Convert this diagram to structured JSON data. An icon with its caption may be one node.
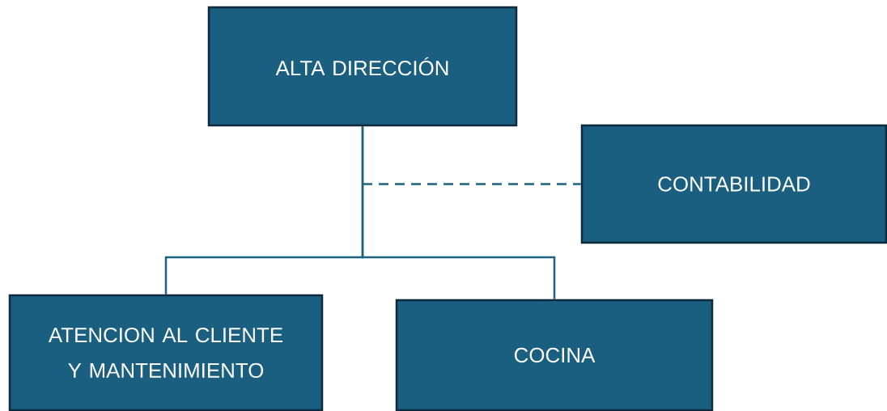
{
  "diagram": {
    "nodes": [
      {
        "text": [
          "ALTA DIRECCIÓN"
        ]
      },
      {
        "text": [
          "CONTABILIDAD"
        ]
      },
      {
        "text": [
          "ATENCION AL CLIENTE Y MANTENIMIENTO"
        ]
      },
      {
        "text": [
          "COCINA"
        ]
      }
    ],
    "edges": [
      {
        "from": 0,
        "to": 1,
        "arrow": "none",
        "style": "dashed"
      },
      {
        "from": 0,
        "to": 2,
        "arrow": "none"
      },
      {
        "from": 0,
        "to": 3,
        "arrow": "none"
      }
    ]
  }
}
